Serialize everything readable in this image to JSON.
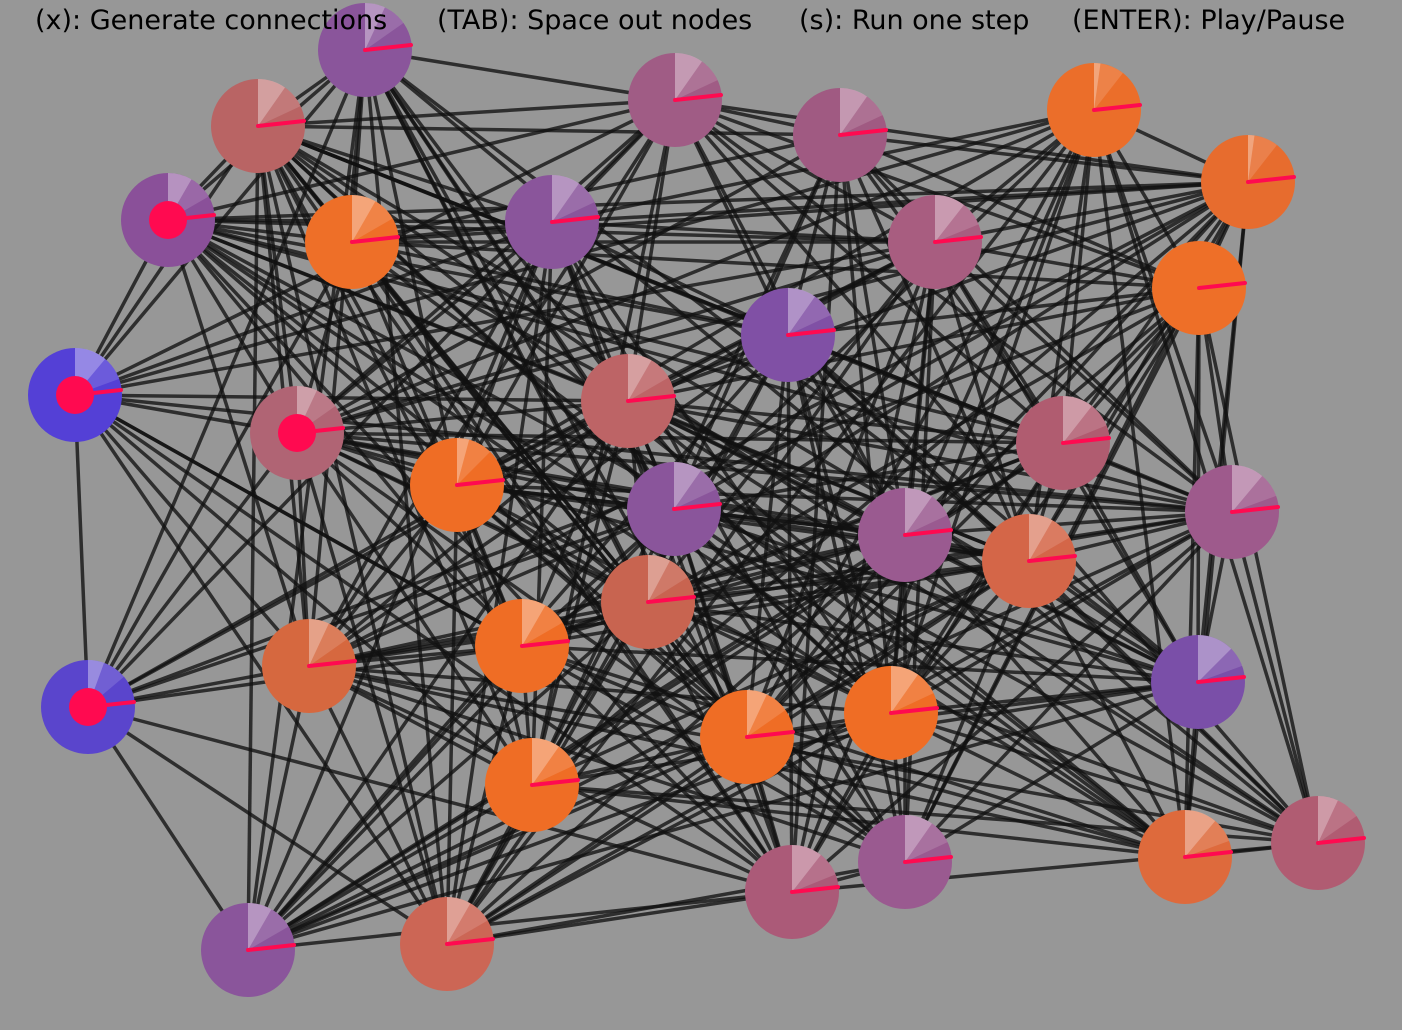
{
  "help": {
    "generate": "(x): Generate connections",
    "space_out": "(TAB): Space out nodes",
    "step": "(s): Run one step",
    "play": "(ENTER): Play/Pause"
  },
  "colors": {
    "background": "#979797",
    "edge": "#111111",
    "indicator": "#ff0a50",
    "wedge_tint": "#ffffff"
  },
  "legend_note": "Each node is a colored disc with a lighter pie wedge and a pink indicator hand; some nodes carry a pink center dot.",
  "nodes": [
    {
      "id": 0,
      "fill": "#8a559b",
      "wedge": 25,
      "dot": false
    },
    {
      "id": 1,
      "fill": "#b96464",
      "wedge": 35,
      "dot": false
    },
    {
      "id": 2,
      "fill": "#a05c85",
      "wedge": 35,
      "dot": false
    },
    {
      "id": 3,
      "fill": "#a05a82",
      "wedge": 35,
      "dot": false
    },
    {
      "id": 4,
      "fill": "#eb6e2a",
      "wedge": 8,
      "dot": false
    },
    {
      "id": 5,
      "fill": "#e76c2e",
      "wedge": 8,
      "dot": false
    },
    {
      "id": 6,
      "fill": "#8a5099",
      "wedge": 30,
      "dot": true
    },
    {
      "id": 7,
      "fill": "#ee6f28",
      "wedge": 30,
      "dot": false
    },
    {
      "id": 8,
      "fill": "#8a559b",
      "wedge": 35,
      "dot": false
    },
    {
      "id": 9,
      "fill": "#a85d80",
      "wedge": 38,
      "dot": false
    },
    {
      "id": 10,
      "fill": "#ee6f28",
      "wedge": 0,
      "dot": false
    },
    {
      "id": 11,
      "fill": "#8050a5",
      "wedge": 35,
      "dot": false
    },
    {
      "id": 12,
      "fill": "#5440d6",
      "wedge": 40,
      "dot": true
    },
    {
      "id": 13,
      "fill": "#b06474",
      "wedge": 25,
      "dot": true
    },
    {
      "id": 14,
      "fill": "#bd6466",
      "wedge": 30,
      "dot": false
    },
    {
      "id": 15,
      "fill": "#b05c70",
      "wedge": 38,
      "dot": false
    },
    {
      "id": 16,
      "fill": "#ef6d25",
      "wedge": 15,
      "dot": false
    },
    {
      "id": 17,
      "fill": "#8a559b",
      "wedge": 35,
      "dot": false
    },
    {
      "id": 18,
      "fill": "#9a5a90",
      "wedge": 35,
      "dot": false
    },
    {
      "id": 19,
      "fill": "#9e5a8c",
      "wedge": 40,
      "dot": false
    },
    {
      "id": 20,
      "fill": "#d46648",
      "wedge": 30,
      "dot": false
    },
    {
      "id": 21,
      "fill": "#c86450",
      "wedge": 28,
      "dot": false
    },
    {
      "id": 22,
      "fill": "#d6683f",
      "wedge": 25,
      "dot": false
    },
    {
      "id": 23,
      "fill": "#ef6d25",
      "wedge": 30,
      "dot": false
    },
    {
      "id": 24,
      "fill": "#7a4fa8",
      "wedge": 45,
      "dot": false
    },
    {
      "id": 25,
      "fill": "#5a45cc",
      "wedge": 20,
      "dot": true
    },
    {
      "id": 26,
      "fill": "#ef6d25",
      "wedge": 25,
      "dot": false
    },
    {
      "id": 27,
      "fill": "#ef6d25",
      "wedge": 35,
      "dot": false
    },
    {
      "id": 28,
      "fill": "#ef6d25",
      "wedge": 35,
      "dot": false
    },
    {
      "id": 29,
      "fill": "#ab5a78",
      "wedge": 38,
      "dot": false
    },
    {
      "id": 30,
      "fill": "#9a5a90",
      "wedge": 35,
      "dot": false
    },
    {
      "id": 31,
      "fill": "#de6a3c",
      "wedge": 40,
      "dot": false
    },
    {
      "id": 32,
      "fill": "#b05c72",
      "wedge": 25,
      "dot": false
    },
    {
      "id": 33,
      "fill": "#8a559b",
      "wedge": 30,
      "dot": false
    },
    {
      "id": 34,
      "fill": "#cc6655",
      "wedge": 30,
      "dot": false
    }
  ]
}
